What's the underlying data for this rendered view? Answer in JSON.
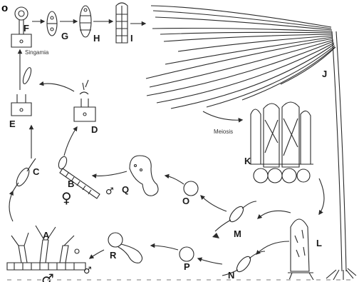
{
  "corner_mark": "o",
  "labels": {
    "A": "A",
    "B": "B",
    "C": "C",
    "D": "D",
    "E": "E",
    "F": "F",
    "G": "G",
    "H": "H",
    "I": "I",
    "J": "J",
    "K": "K",
    "L": "L",
    "M": "M",
    "N": "N",
    "O": "O",
    "P": "P",
    "Q": "Q",
    "R": "R"
  },
  "annotations": {
    "singamia": "Singamia",
    "meiosis": "Meiosis"
  },
  "symbols": {
    "female_B": "♀",
    "male_B": "♂",
    "male_A": "♂",
    "male_bottom": "♂"
  }
}
